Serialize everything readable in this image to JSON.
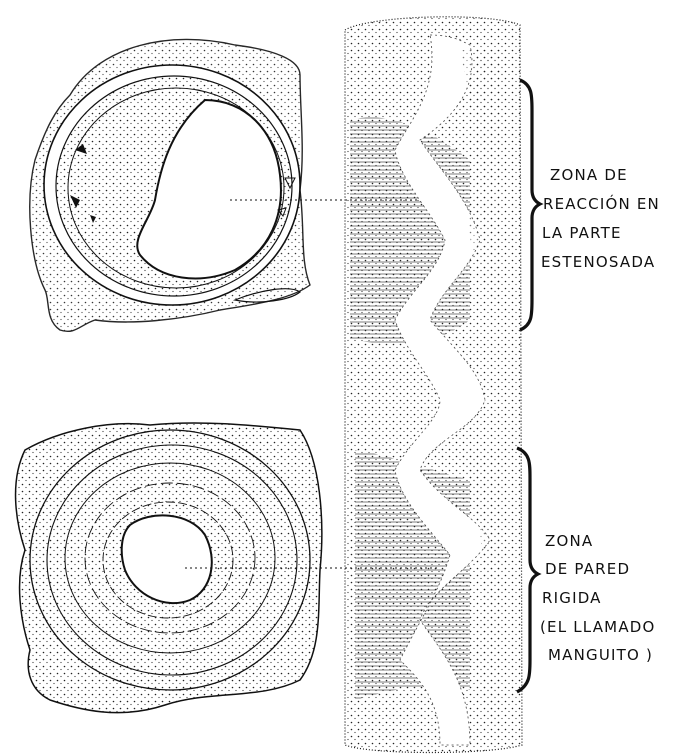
{
  "figure": {
    "annotations": [
      {
        "id": "reaccion",
        "lines": [
          "ZONA DE",
          "REACCIÓN EN",
          "LA PARTE",
          "ESTENOSADA"
        ]
      },
      {
        "id": "pared-rigida",
        "lines": [
          "ZONA",
          "DE PARED",
          "RIGIDA",
          "(EL LLAMADO",
          "MANGUITO )"
        ]
      }
    ],
    "colors": {
      "ink": "#111111",
      "paper": "#ffffff",
      "stipple": "#333333"
    }
  }
}
